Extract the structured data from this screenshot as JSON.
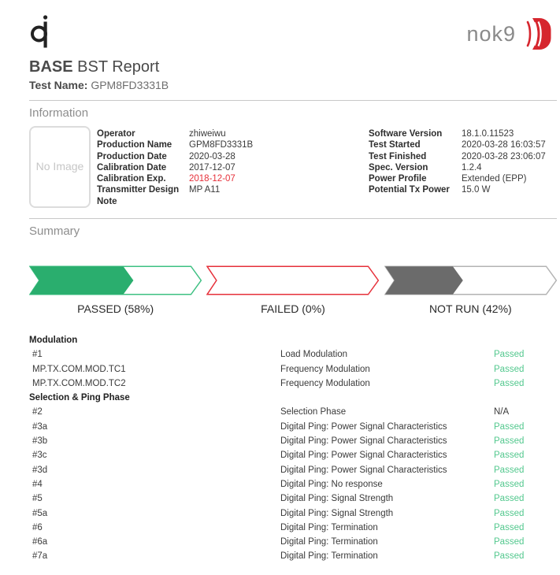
{
  "header": {
    "brand": "nok9",
    "title_strong": "BASE",
    "title_rest": " BST Report",
    "test_name_label": "Test Name:",
    "test_name_value": " GPM8FD3331B"
  },
  "section_headings": {
    "information": "Information",
    "summary": "Summary"
  },
  "no_image_text": "No Image",
  "info": {
    "left": [
      {
        "label": "Operator",
        "value": "zhiweiwu"
      },
      {
        "label": "Production Name",
        "value": "GPM8FD3331B"
      },
      {
        "label": "Production Date",
        "value": "2020-03-28"
      },
      {
        "label": "Calibration Date",
        "value": "2017-12-07"
      },
      {
        "label": "Calibration Exp.",
        "value": "2018-12-07",
        "highlight": true
      },
      {
        "label": "Transmitter Design",
        "value": "MP A11"
      },
      {
        "label": "Note",
        "value": ""
      }
    ],
    "right": [
      {
        "label": "Software Version",
        "value": "18.1.0.11523"
      },
      {
        "label": "Test Started",
        "value": "2020-03-28 16:03:57"
      },
      {
        "label": "Test Finished",
        "value": "2020-03-28 23:06:07"
      },
      {
        "label": "Spec. Version",
        "value": "1.2.4"
      },
      {
        "label": "Power Profile",
        "value": "Extended (EPP)"
      },
      {
        "label": "Potential Tx Power",
        "value": "15.0 W"
      }
    ]
  },
  "summary": {
    "segments": [
      {
        "name": "passed",
        "label": "PASSED (58%)",
        "percent": 58,
        "fill": "#2aae6e",
        "outline": "#3ec082"
      },
      {
        "name": "failed",
        "label": "FAILED (0%)",
        "percent": 0,
        "fill": "#e6303a",
        "outline": "#e6303a"
      },
      {
        "name": "not-run",
        "label": "NOT RUN (42%)",
        "percent": 42,
        "fill": "#6b6b6b",
        "outline": "#b3b3b3"
      }
    ]
  },
  "results": {
    "status_colors": {
      "Passed": "#53c88e",
      "N/A": "#3a3a3a"
    },
    "groups": [
      {
        "name": "Modulation",
        "rows": [
          {
            "id": "#1",
            "test": "Load Modulation",
            "status": "Passed"
          },
          {
            "id": "MP.TX.COM.MOD.TC1",
            "test": "Frequency Modulation",
            "status": "Passed"
          },
          {
            "id": "MP.TX.COM.MOD.TC2",
            "test": "Frequency Modulation",
            "status": "Passed"
          }
        ]
      },
      {
        "name": "Selection & Ping Phase",
        "rows": [
          {
            "id": "#2",
            "test": "Selection Phase",
            "status": "N/A"
          },
          {
            "id": "#3a",
            "test": "Digital Ping: Power Signal Characteristics",
            "status": "Passed"
          },
          {
            "id": "#3b",
            "test": "Digital Ping: Power Signal Characteristics",
            "status": "Passed"
          },
          {
            "id": "#3c",
            "test": "Digital Ping: Power Signal Characteristics",
            "status": "Passed"
          },
          {
            "id": "#3d",
            "test": "Digital Ping: Power Signal Characteristics",
            "status": "Passed"
          },
          {
            "id": "#4",
            "test": "Digital Ping: No response",
            "status": "Passed"
          },
          {
            "id": "#5",
            "test": "Digital Ping: Signal Strength",
            "status": "Passed"
          },
          {
            "id": "#5a",
            "test": "Digital Ping: Signal Strength",
            "status": "Passed"
          },
          {
            "id": "#6",
            "test": "Digital Ping: Termination",
            "status": "Passed"
          },
          {
            "id": "#6a",
            "test": "Digital Ping: Termination",
            "status": "Passed"
          },
          {
            "id": "#7a",
            "test": "Digital Ping: Termination",
            "status": "Passed"
          }
        ]
      }
    ]
  }
}
